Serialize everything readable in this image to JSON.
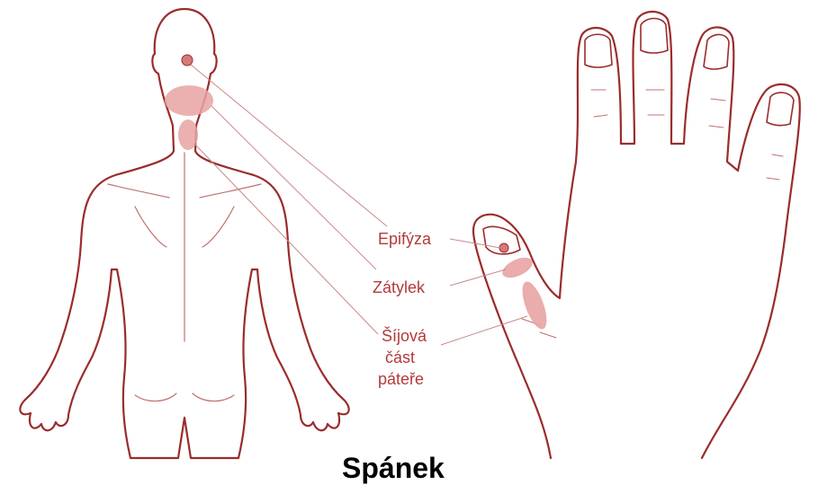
{
  "labels": {
    "epifyza": "Epifýza",
    "zatylek": "Zátylek",
    "sijova_1": "Šíjová",
    "sijova_2": "část",
    "sijova_3": "páteře"
  },
  "heading": "Spánek",
  "colors": {
    "outline": "#9b2c2c",
    "zone_fill": "#e8a3a3",
    "label": "#b33a3a",
    "leader_line": "#c98a8a"
  }
}
